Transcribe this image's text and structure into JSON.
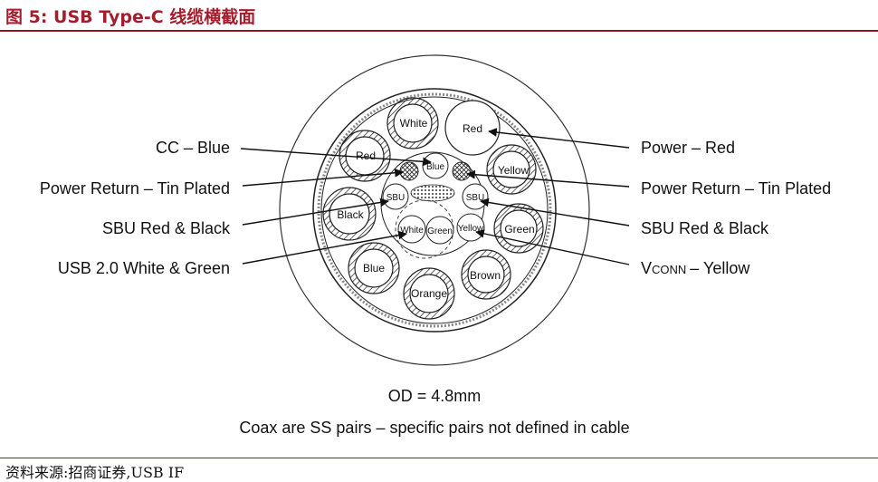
{
  "header": {
    "title": "图 5:  USB Type-C 线缆横截面",
    "accent_color": "#a51d2d"
  },
  "labels_left": [
    "CC – Blue",
    "Power Return – Tin Plated",
    "SBU Red & Black",
    "USB 2.0 White & Green"
  ],
  "labels_right": [
    "Power – Red",
    "Power Return – Tin Plated",
    "SBU Red & Black",
    "– Yellow"
  ],
  "vconn": {
    "main": "V",
    "sub": "CONN"
  },
  "conductors": {
    "white": "White",
    "red_top": "Red",
    "red_left": "Red",
    "yellow_right": "Yellow",
    "black": "Black",
    "green_right": "Green",
    "blue_bottom": "Blue",
    "orange": "Orange",
    "brown": "Brown",
    "cc_blue": "Blue",
    "sbu_left": "SBU",
    "sbu_right": "SBU",
    "usb_white": "White",
    "usb_green": "Green",
    "vconn_yellow": "Yellow"
  },
  "od": "OD = 4.8mm",
  "note": "Coax are SS pairs – specific pairs not defined in cable",
  "source": "资料来源:招商证券,USB IF"
}
